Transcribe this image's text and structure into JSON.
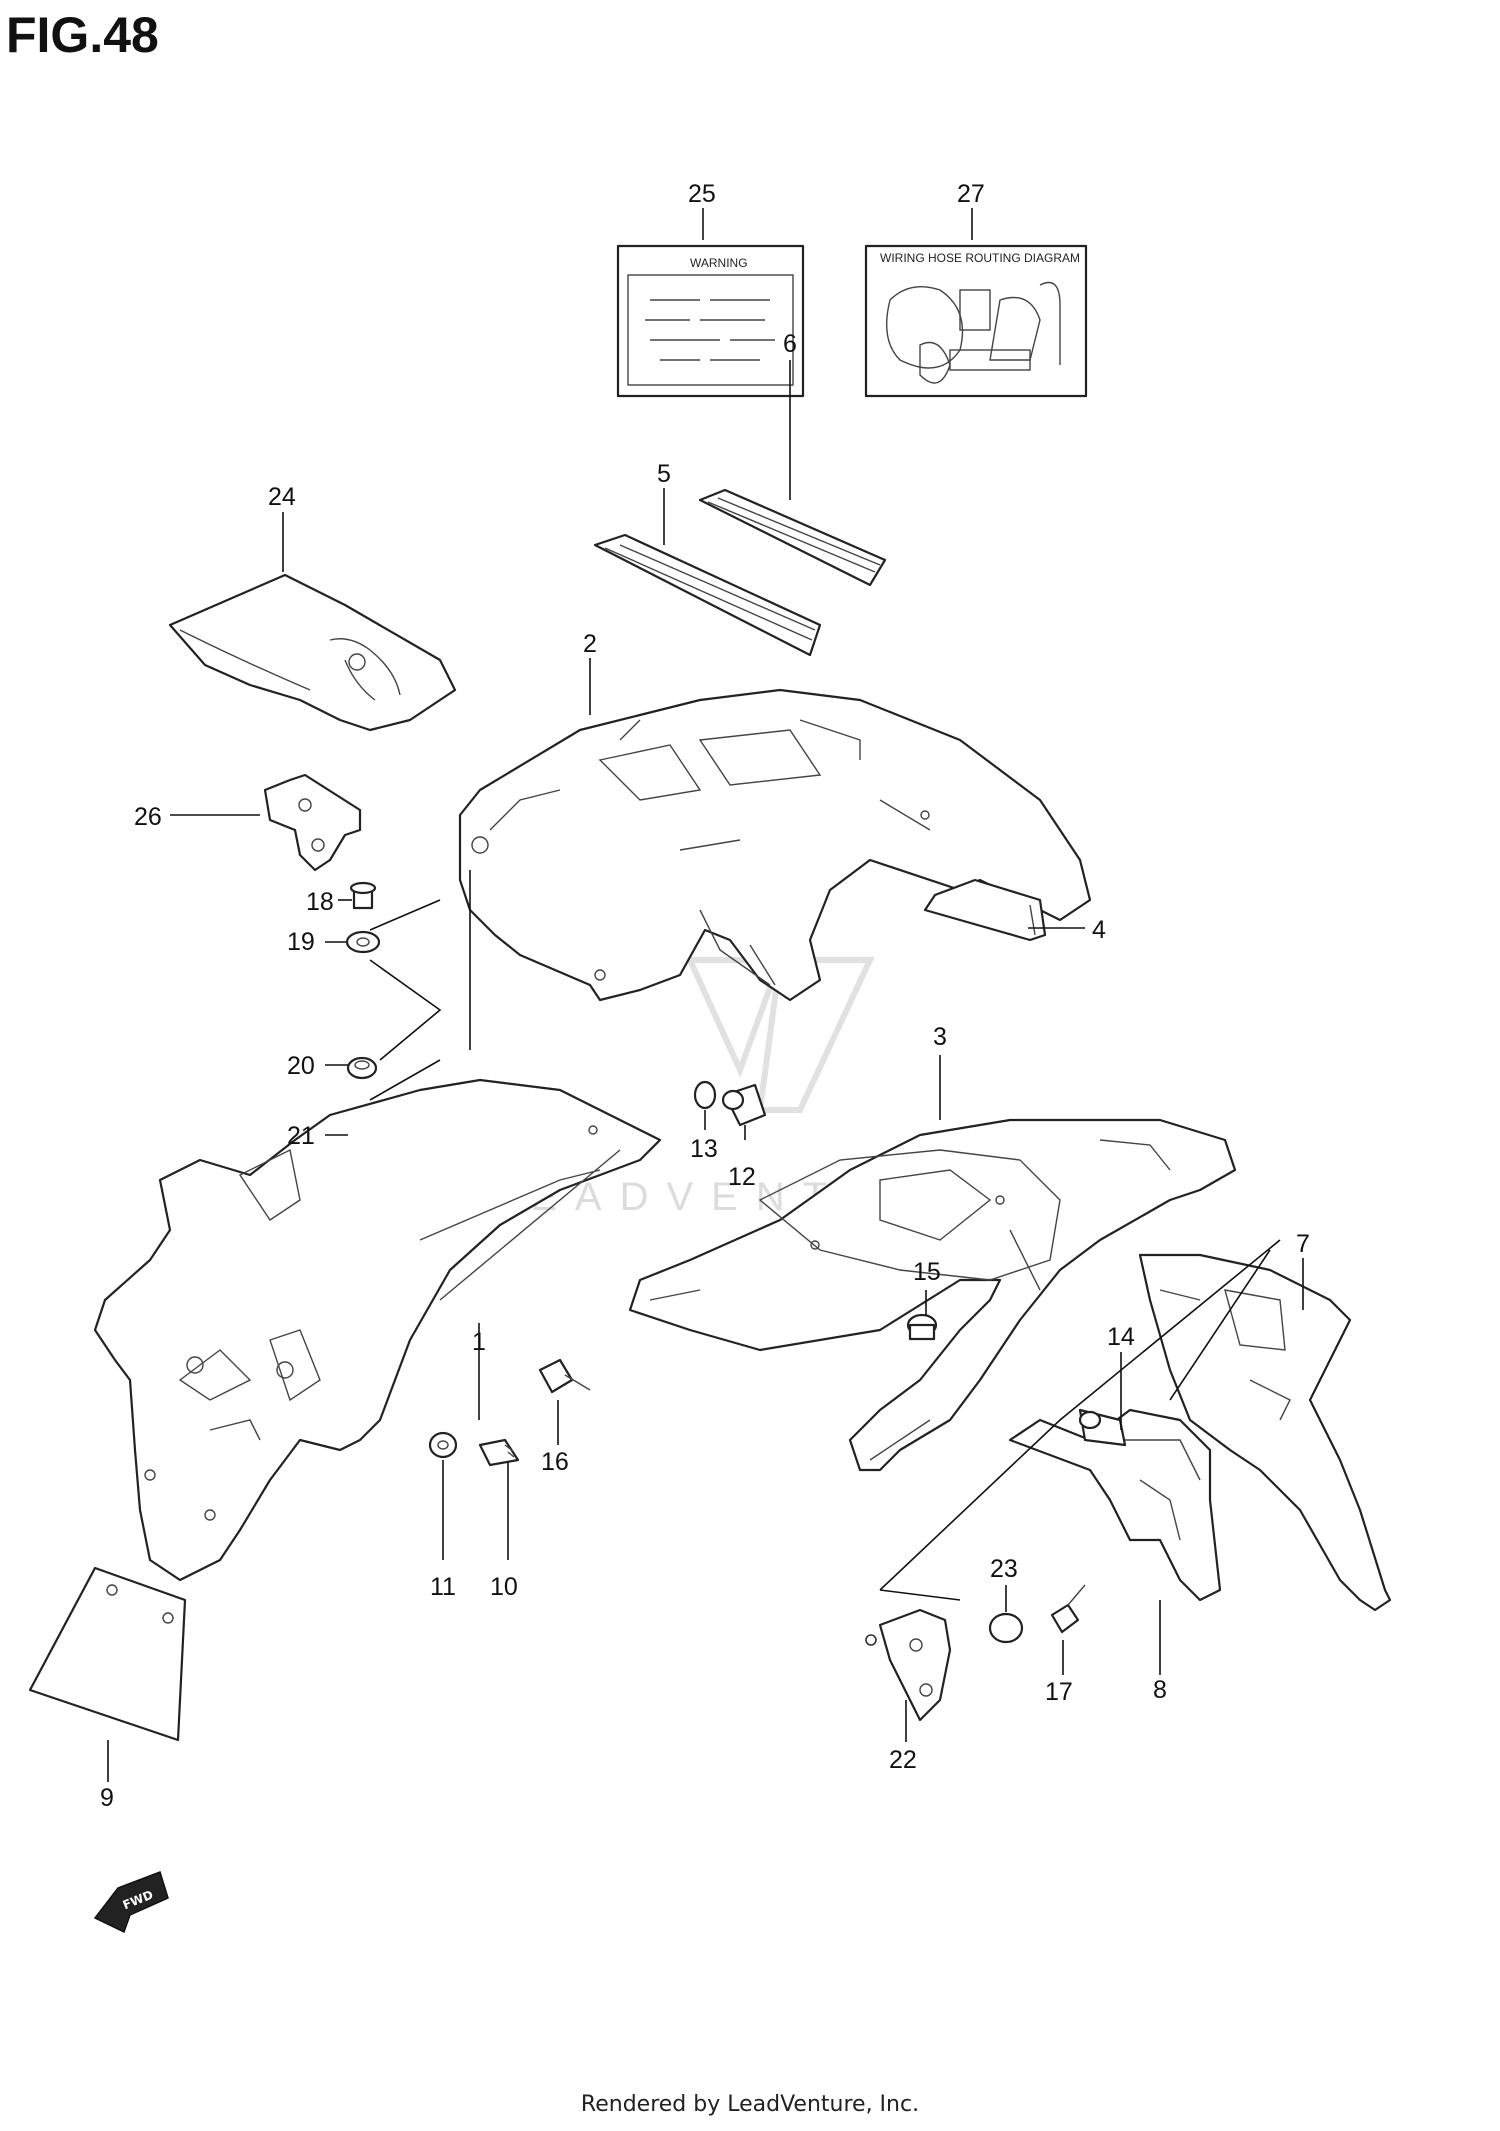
{
  "figure": {
    "title": "FIG.48"
  },
  "watermark": "LEADVENTURE",
  "labels": {
    "warning": "WARNING",
    "wiring": "WIRING HOSE ROUTING DIAGRAM"
  },
  "fwd_arrow": "FWD",
  "callouts": [
    "1",
    "2",
    "3",
    "4",
    "5",
    "6",
    "7",
    "8",
    "9",
    "10",
    "11",
    "12",
    "13",
    "14",
    "15",
    "16",
    "17",
    "18",
    "19",
    "20",
    "21",
    "22",
    "23",
    "24",
    "25",
    "26",
    "27"
  ],
  "footer": "Rendered by LeadVenture, Inc."
}
